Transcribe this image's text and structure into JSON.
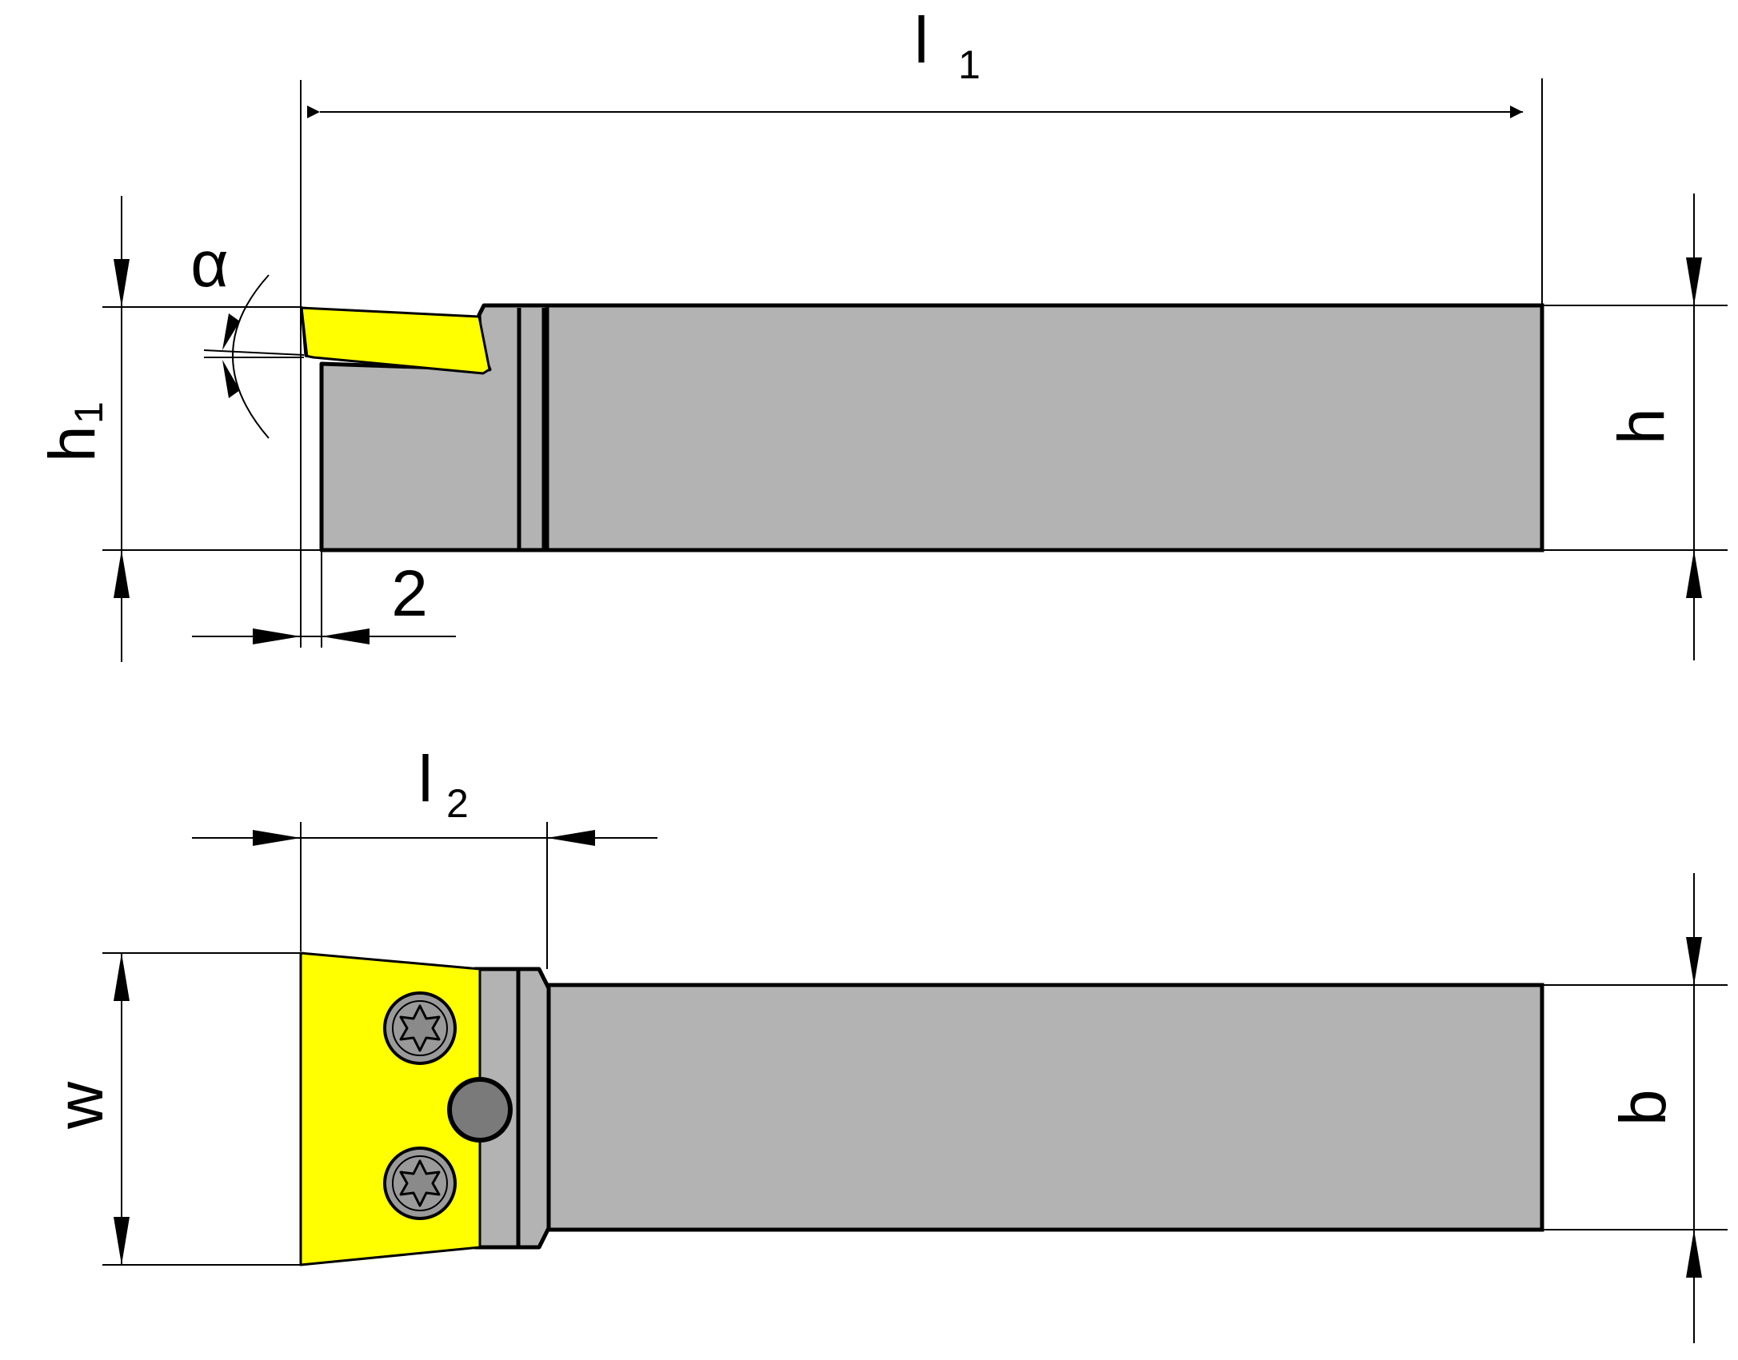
{
  "labels": {
    "l1": {
      "main": "l",
      "sub": "1"
    },
    "l2": {
      "main": "l",
      "sub": "2"
    },
    "h1": {
      "main": "h",
      "sub": "1"
    },
    "h": "h",
    "b": "b",
    "w": "w",
    "alpha": "α",
    "two": "2"
  },
  "colors": {
    "body": "#b3b3b3",
    "insert": "#ffff00",
    "screw": "#9a9a9a",
    "pin": "#7a7a7a",
    "line": "#000000",
    "background": "#ffffff"
  },
  "icons": {
    "screw": "torx-screw-icon",
    "pin": "locating-pin-icon"
  }
}
